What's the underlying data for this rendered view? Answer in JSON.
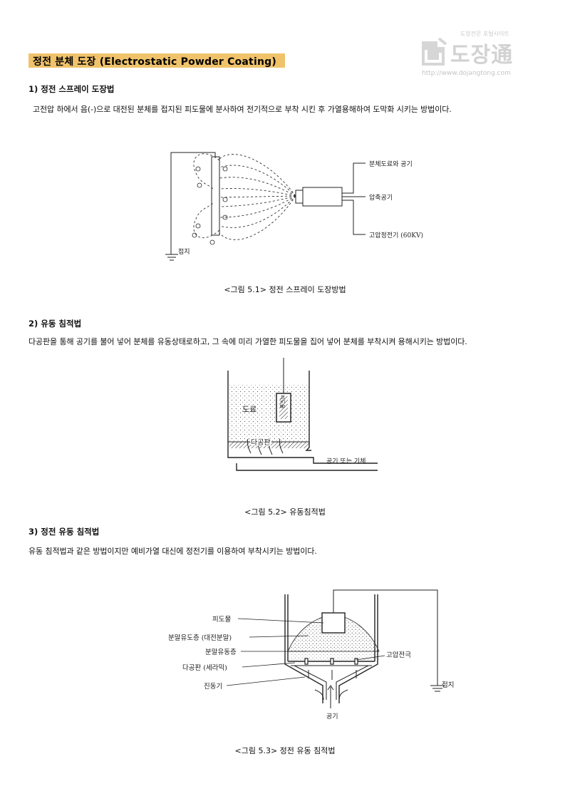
{
  "logo": {
    "tagline": "도장전문 포털사이트",
    "name": "도장通",
    "url": "http://www.dojangtong.com"
  },
  "title": "정전 분체 도장 (Electrostatic Powder Coating)",
  "sections": [
    {
      "heading": "1) 정전 스프레이 도장법",
      "body": "고전압 하에서 음(-)으로 대전된 분체를 접지된 피도물에 분사하여 전기적으로 부착 시킨 후 가열용해하여 도막화 시키는 방법이다.",
      "figure": {
        "labels": [
          "분체도료와 공기",
          "압축공기",
          "고압정전기 (60KV)",
          "접지"
        ],
        "caption": "<그림 5.1> 정전 스프레이 도장방법"
      }
    },
    {
      "heading": "2) 유동 침적법",
      "body": "다공판을 통해 공기를 불어 넣어 분체를 유동상태로하고, 그 속에 미리 가열한 피도물을 집어 넣어 분체를 부착시켜 용해시키는 방법이다.",
      "figure": {
        "labels": [
          "도료",
          "피도물",
          "다공판",
          "공기 또는 기체"
        ],
        "caption": "<그림 5.2> 유동침적법"
      }
    },
    {
      "heading": "3) 정전 유동 침적법",
      "body": "유동 침적법과 같은 방법이지만 예비가열 대신에 정전기를 이용하여 부착시키는 방법이다.",
      "figure": {
        "labels": [
          "피도물",
          "분말유도층 (대전분말)",
          "분말유동층",
          "다공판 (세라믹)",
          "진동기",
          "고압전극",
          "접지",
          "공기"
        ],
        "caption": "<그림 5.3> 정전 유동 침적법"
      }
    }
  ]
}
